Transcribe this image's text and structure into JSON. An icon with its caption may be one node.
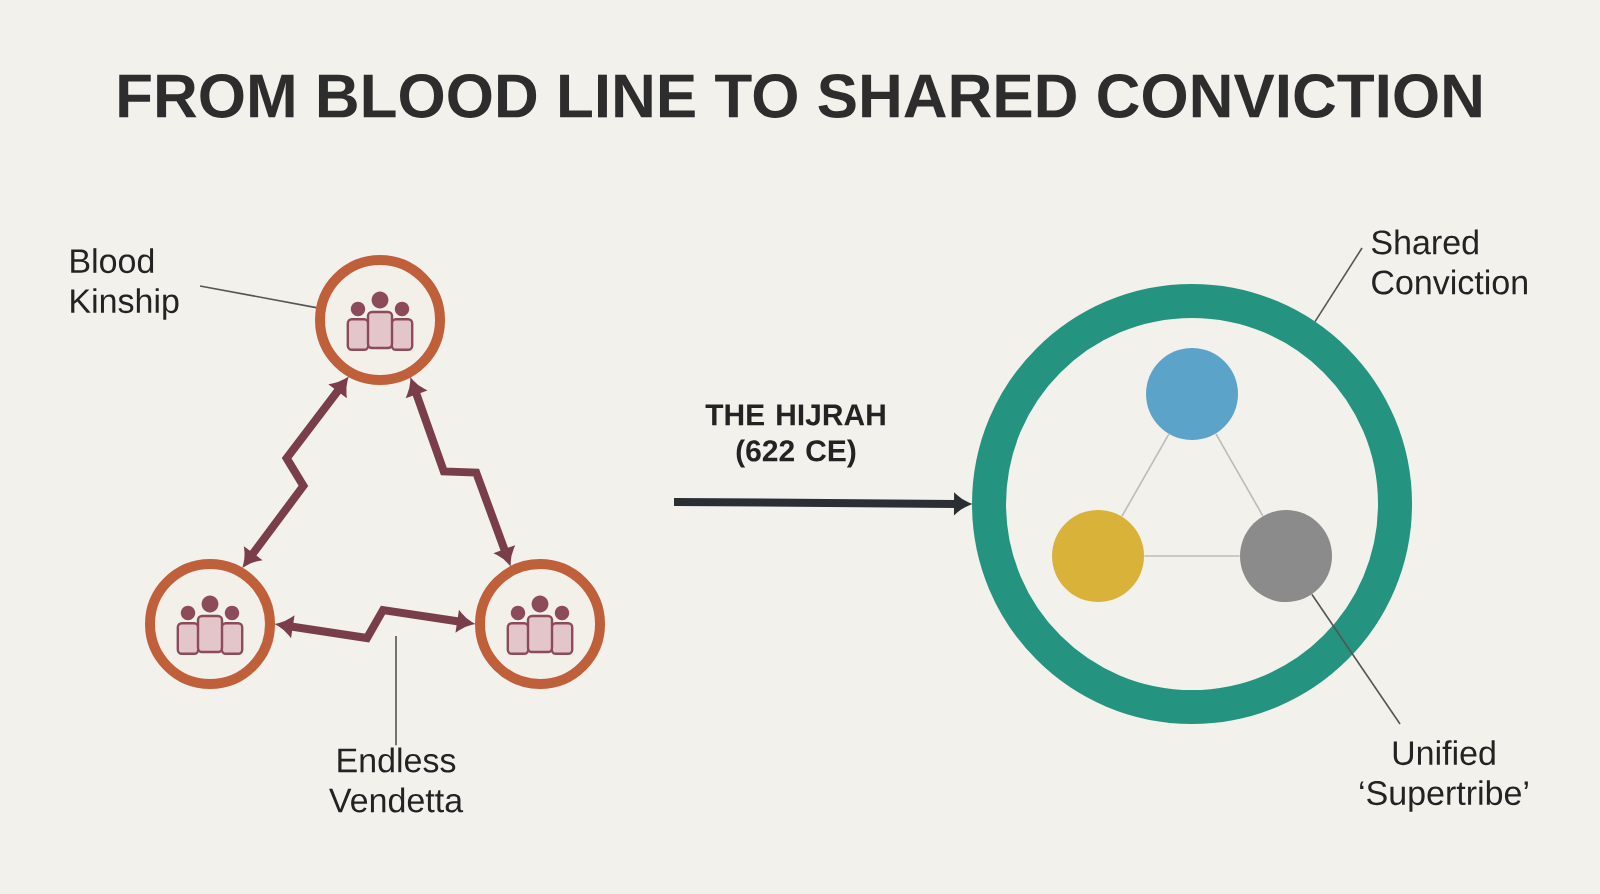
{
  "diagram": {
    "title": "FROM BLOOD LINE TO SHARED CONVICTION",
    "nodes": [
      {
        "text": [
          "Blood Kinship"
        ]
      },
      {
        "text": [],
        "shape": "circle"
      },
      {
        "text": [],
        "shape": "circle"
      },
      {
        "text": [],
        "shape": "circle"
      },
      {
        "text": [
          "Endless Vendetta"
        ]
      },
      {
        "text": [],
        "shape": "circle"
      },
      {
        "text": [],
        "shape": "circle",
        "in": 5
      },
      {
        "text": [],
        "shape": "circle",
        "in": 5
      },
      {
        "text": [],
        "shape": "circle",
        "in": 5
      },
      {
        "text": [
          "Shared Conviction"
        ]
      },
      {
        "text": [
          "Unified ‘Supertribe’"
        ]
      }
    ],
    "edges": [
      {
        "from": 0,
        "to": 1,
        "arrow": "none",
        "color": "#555555"
      },
      {
        "from": 1,
        "to": 2,
        "arrow": "both",
        "style": "thick",
        "color": "#7a3e4a"
      },
      {
        "from": 1,
        "to": 3,
        "arrow": "both",
        "style": "thick",
        "color": "#7a3e4a"
      },
      {
        "from": 2,
        "to": 3,
        "arrow": "both",
        "style": "thick",
        "color": "#7a3e4a"
      },
      {
        "from": 4,
        "to": null,
        "arrow": "none",
        "color": "#555555"
      },
      {
        "from": null,
        "to": 5,
        "arrow": "to",
        "label": "THE HIJRAH (622 CE)",
        "style": "thick",
        "color": "#2b2f33"
      },
      {
        "from": 6,
        "to": 7,
        "arrow": "none",
        "color": "#bbbbbb"
      },
      {
        "from": 6,
        "to": 8,
        "arrow": "none",
        "color": "#bbbbbb"
      },
      {
        "from": 7,
        "to": 8,
        "arrow": "none",
        "color": "#bbbbbb"
      },
      {
        "from": 9,
        "to": 5,
        "arrow": "none",
        "color": "#555555"
      },
      {
        "from": 10,
        "to": 8,
        "arrow": "none",
        "color": "#555555"
      }
    ]
  }
}
